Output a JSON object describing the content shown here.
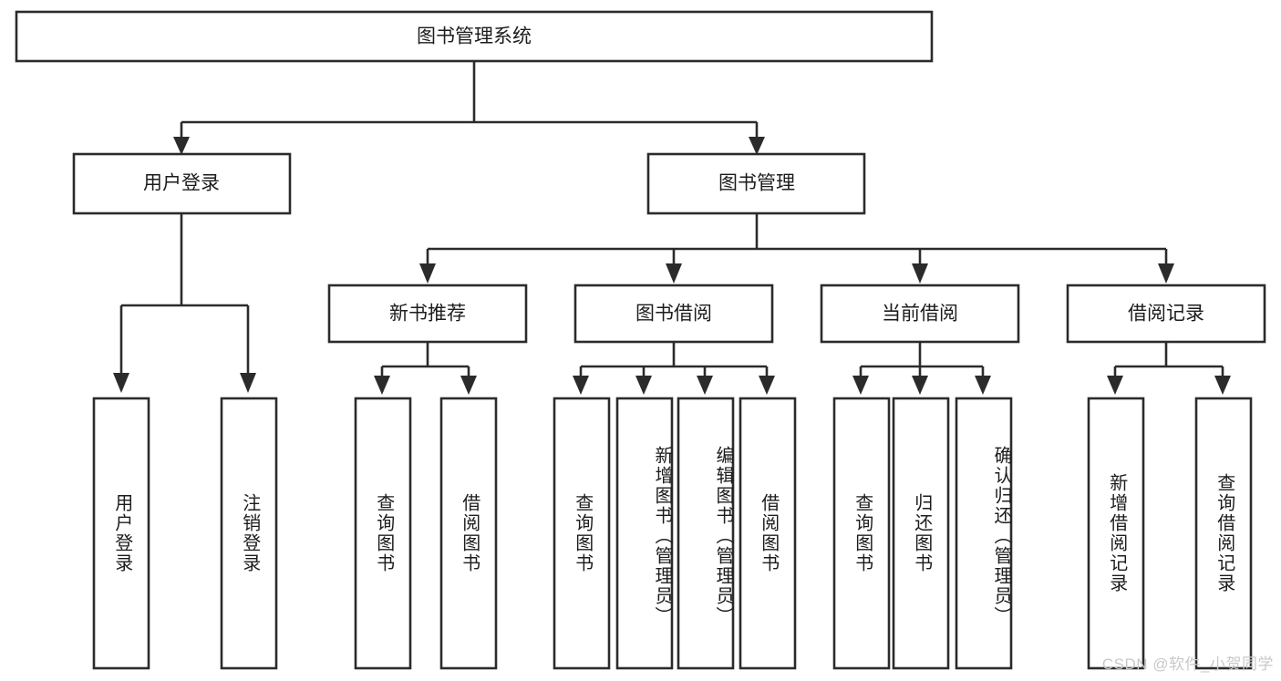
{
  "diagram": {
    "title": "图书管理系统",
    "type": "tree",
    "orientation": "top-down",
    "colors": {
      "stroke": "#2b2b2b",
      "fill": "#ffffff",
      "text": "#1c1c1c",
      "watermark": "#c9c9c9",
      "background": "#ffffff"
    },
    "root": {
      "label": "图书管理系统"
    },
    "level2": [
      {
        "label": "用户登录"
      },
      {
        "label": "图书管理"
      }
    ],
    "level3": [
      {
        "label": "新书推荐"
      },
      {
        "label": "图书借阅"
      },
      {
        "label": "当前借阅"
      },
      {
        "label": "借阅记录"
      }
    ],
    "leaves": {
      "user_login": [
        {
          "label": "用户登录"
        },
        {
          "label": "注销登录"
        }
      ],
      "new_book_recommend": [
        {
          "label": "查询图书"
        },
        {
          "label": "借阅图书"
        }
      ],
      "book_borrow": [
        {
          "label": "查询图书"
        },
        {
          "label": "新增图书（管理员）"
        },
        {
          "label": "编辑图书（管理员）"
        },
        {
          "label": "借阅图书"
        }
      ],
      "current_borrow": [
        {
          "label": "查询图书"
        },
        {
          "label": "归还图书"
        },
        {
          "label": "确认归还（管理员）"
        }
      ],
      "borrow_record": [
        {
          "label": "新增借阅记录"
        },
        {
          "label": "查询借阅记录"
        }
      ]
    },
    "watermark": "CSDN @软件_小贺同学"
  }
}
